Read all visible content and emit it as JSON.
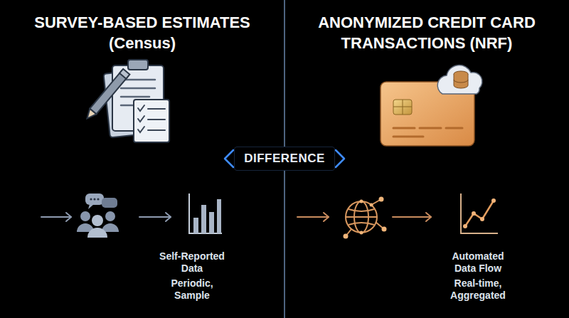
{
  "diagram": {
    "nodes": [
      {
        "text": [
          "DIFFERENCE"
        ]
      }
    ],
    "labels": [
      "SURVEY-BASED ESTIMATES (Census)",
      "ANONYMIZED CREDIT CARD TRANSACTIONS (NRF)",
      "Self-Reported Data",
      "Periodic, Sample",
      "Automated Data Flow",
      "Real-time, Aggregated"
    ]
  }
}
